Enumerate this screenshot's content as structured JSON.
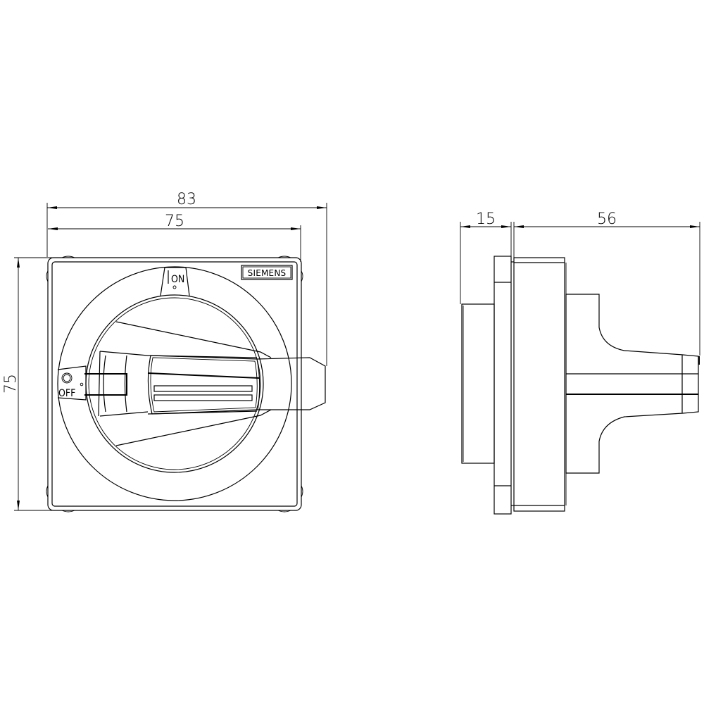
{
  "drawing": {
    "subject": "Rotary operating handle with door-coupling",
    "brand_label": "SIEMENS",
    "positions": {
      "on_label": "ON",
      "on_symbol": "I",
      "off_label": "OFF",
      "off_symbol": "O"
    },
    "line_color": "#000000",
    "background": "#ffffff"
  },
  "front_view": {
    "dimensions": {
      "overall_width": "83",
      "plate_width": "75",
      "plate_height": "75"
    }
  },
  "side_view": {
    "dimensions": {
      "rear_depth": "15",
      "front_depth": "56"
    }
  }
}
